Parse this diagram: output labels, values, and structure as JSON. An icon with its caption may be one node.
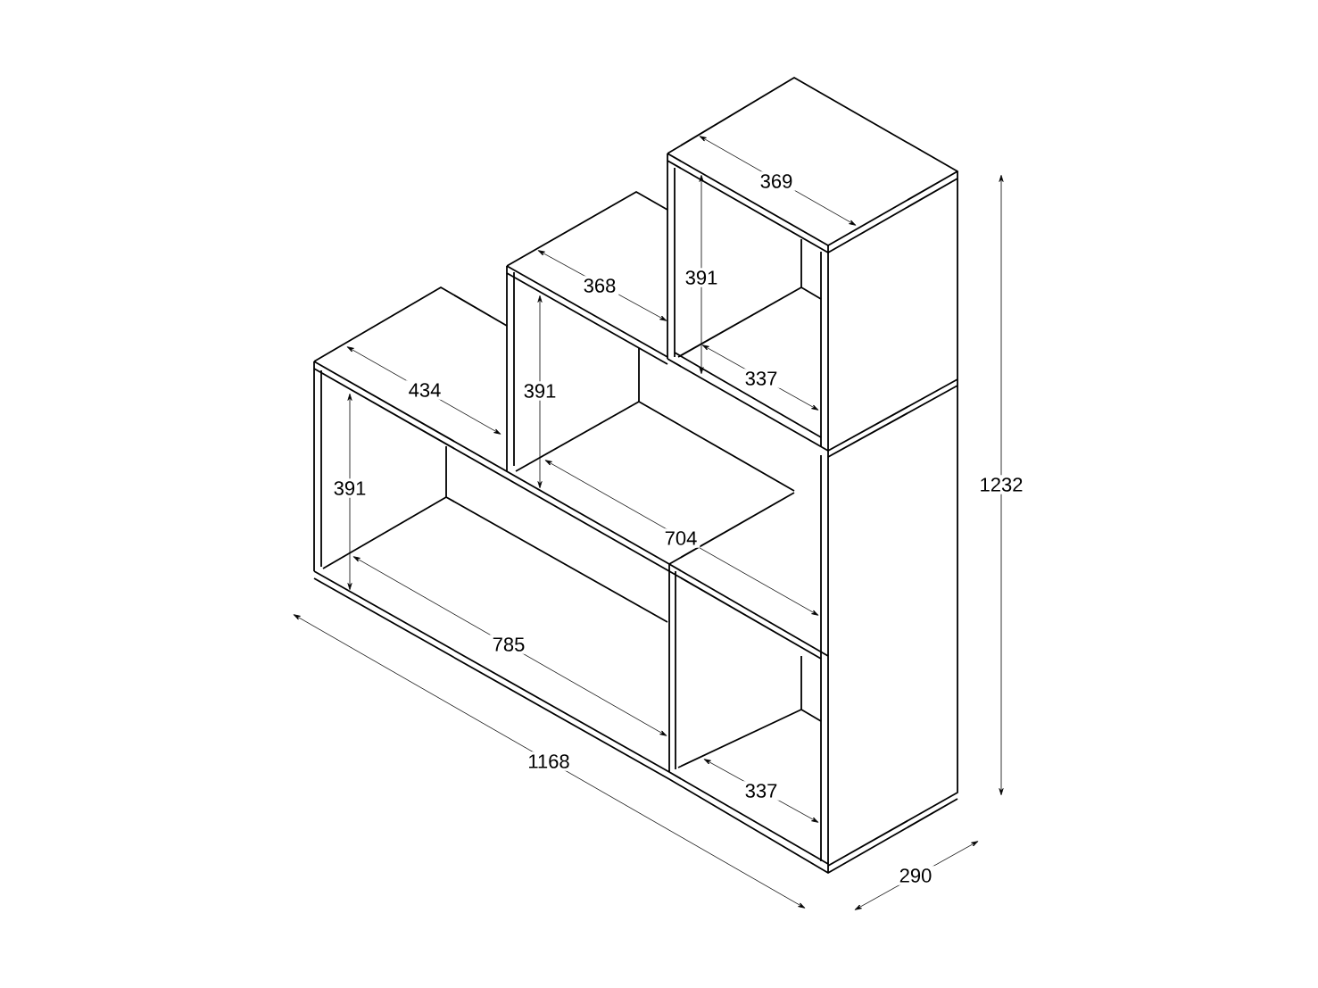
{
  "diagram": {
    "labels": [
      "369",
      "391",
      "368",
      "337",
      "434",
      "391",
      "1232",
      "391",
      "704",
      "785",
      "1168",
      "337",
      "290"
    ]
  }
}
